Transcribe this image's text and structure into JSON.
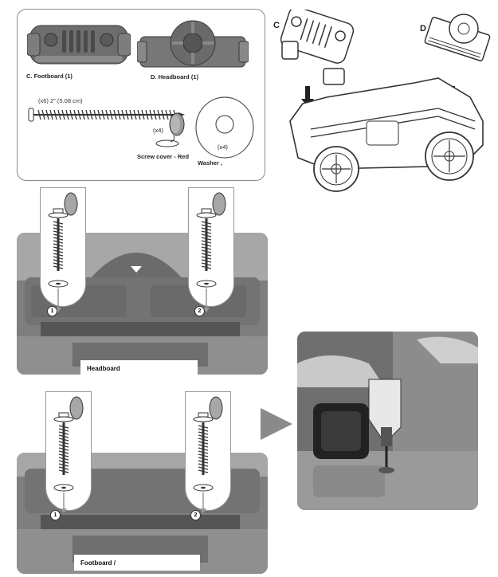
{
  "parts": {
    "footboard_label": "C. Footboard (1)",
    "headboard_label": "D. Headboard (1)",
    "screw_label": "(x6) 2\" (5.08 cm)",
    "screw_cover_qty": "(x4)",
    "screw_cover_label": "Screw cover - Red",
    "washer_qty": "(x4)",
    "washer_label": "Washer ,"
  },
  "assembly": {
    "part_c": "C",
    "part_d": "D"
  },
  "steps": {
    "headboard_tag": "Headboard",
    "footboard_tag": "Footboard /",
    "marker_1": "1",
    "marker_2": "2"
  },
  "colors": {
    "plastic_dark": "#6e6e6e",
    "plastic_mid": "#8c8c8c",
    "plastic_light": "#b4b4b4",
    "outline": "#3a3a3a"
  }
}
